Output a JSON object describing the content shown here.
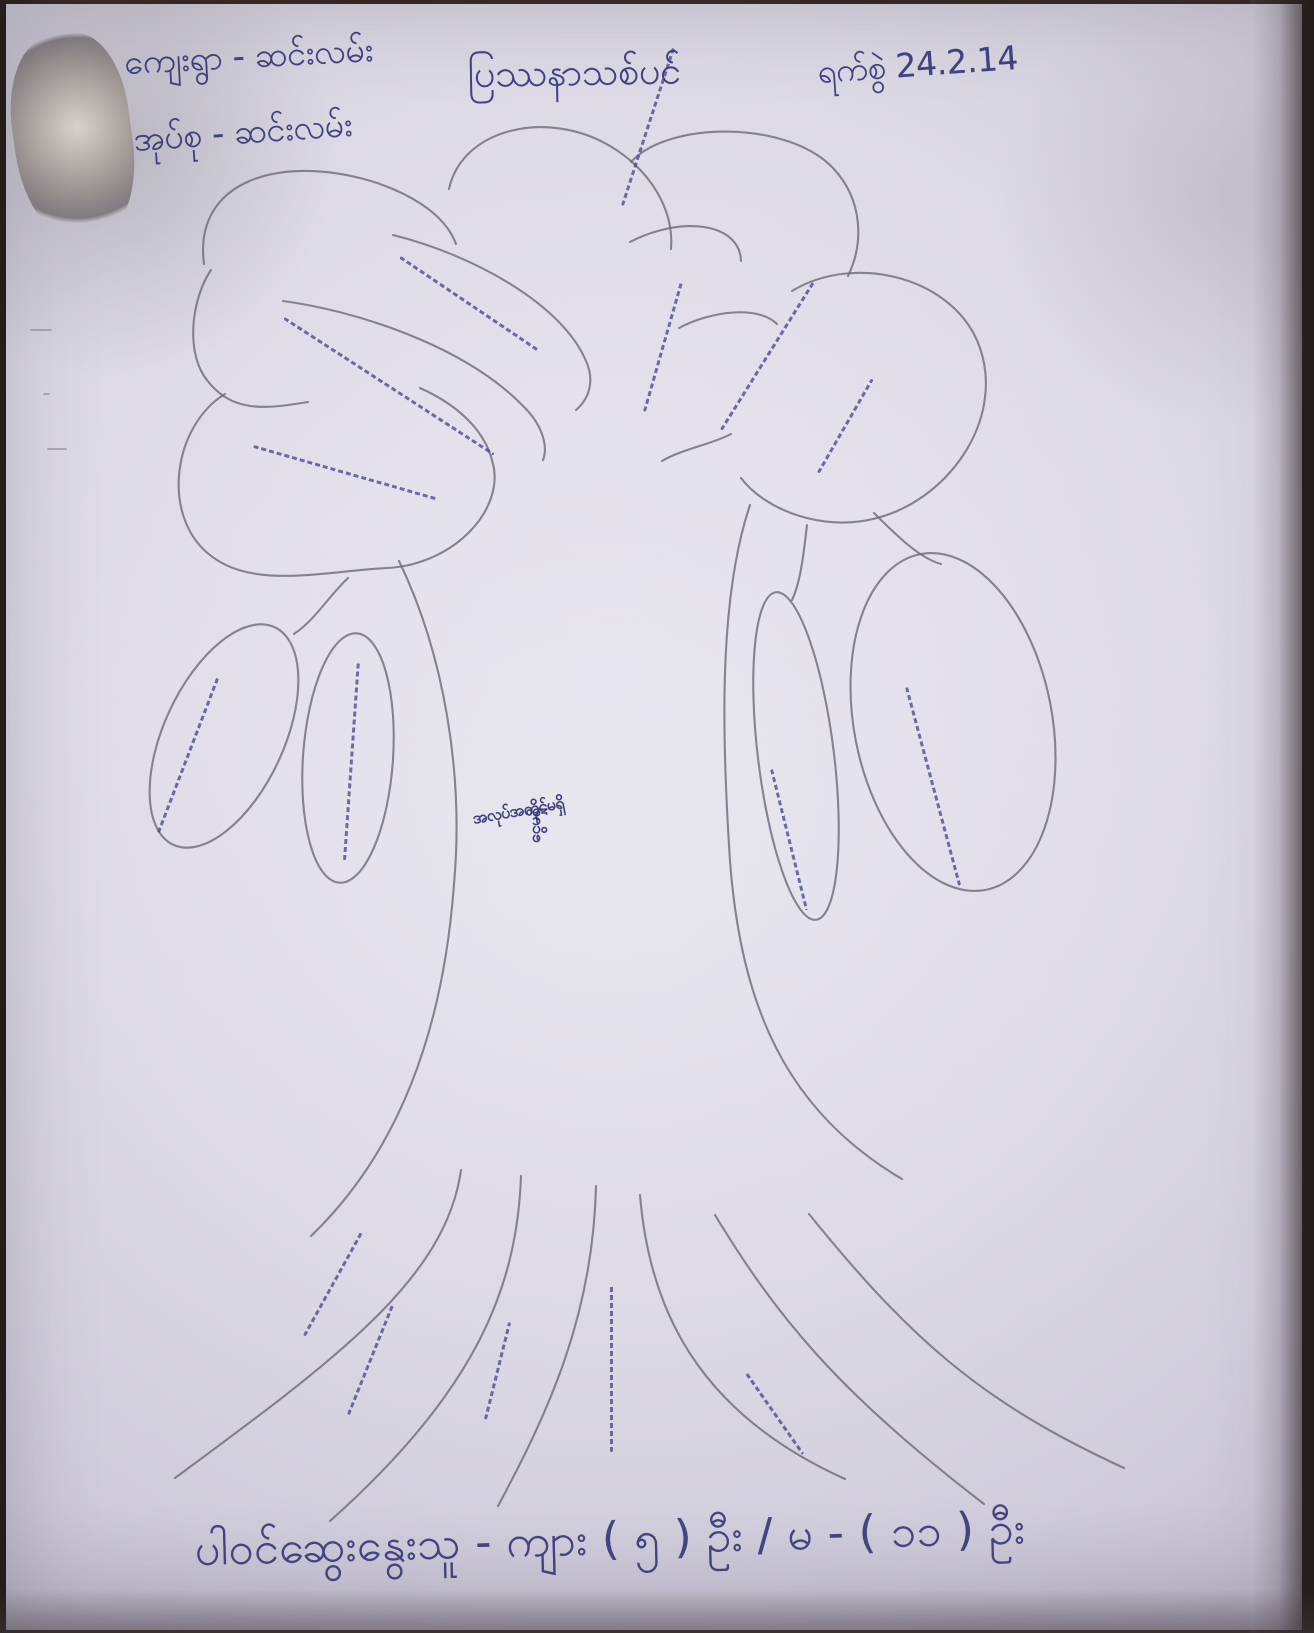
{
  "image": {
    "header": {
      "top_left_line_1": "ကျေးရွာ - ဆင်းလမ်း",
      "top_left_line_2": "အုပ်စု - ဆင်းလမ်း",
      "title": "ပြဿနာသစ်ပင်",
      "date": "ရက်စွဲ 24.2.14"
    },
    "footer": {
      "participants_line": "ပါဝင်ဆွေးနွေးသူ - ကျား ( ၅ ) ဦး / မ - ( ၁၁ ) ဦး"
    },
    "tree": {
      "center_label_line_1": "ငွေမရှိ",
      "center_label_line_2": "အလုပ်အကိုင်မရှိ"
    },
    "palette": {
      "paper": "#e5e3ee",
      "pencil": "#6f6d77",
      "ink": "#2d2f73",
      "background": "#2b2421"
    }
  }
}
